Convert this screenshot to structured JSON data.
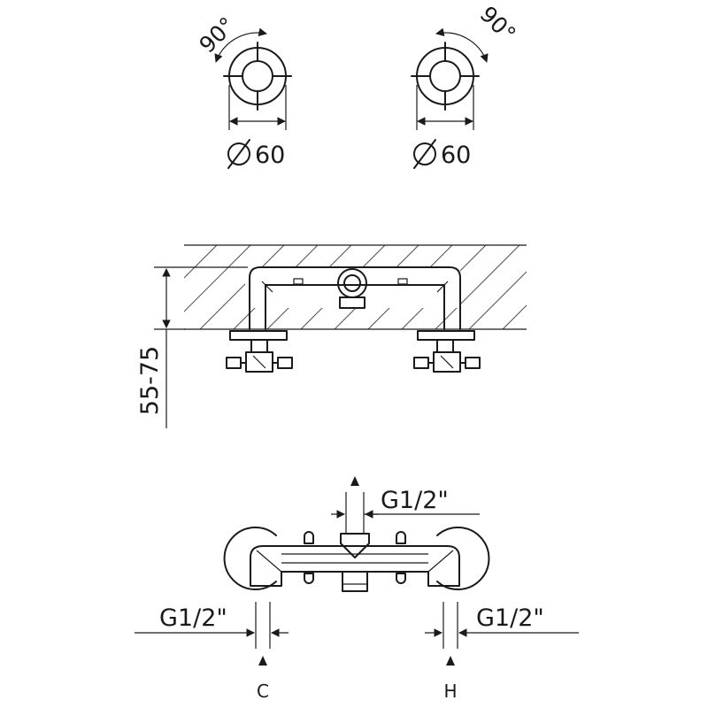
{
  "knobs": {
    "left": {
      "rotation_label": "90°",
      "diameter_value": "60"
    },
    "right": {
      "rotation_label": "90°",
      "diameter_value": "60"
    }
  },
  "wall": {
    "depth_label": "55-75"
  },
  "connections": {
    "outlet": {
      "thread_label": "G1/2\""
    },
    "cold": {
      "thread_label": "G1/2\"",
      "port_label": "C"
    },
    "hot": {
      "thread_label": "G1/2\"",
      "port_label": "H"
    }
  }
}
